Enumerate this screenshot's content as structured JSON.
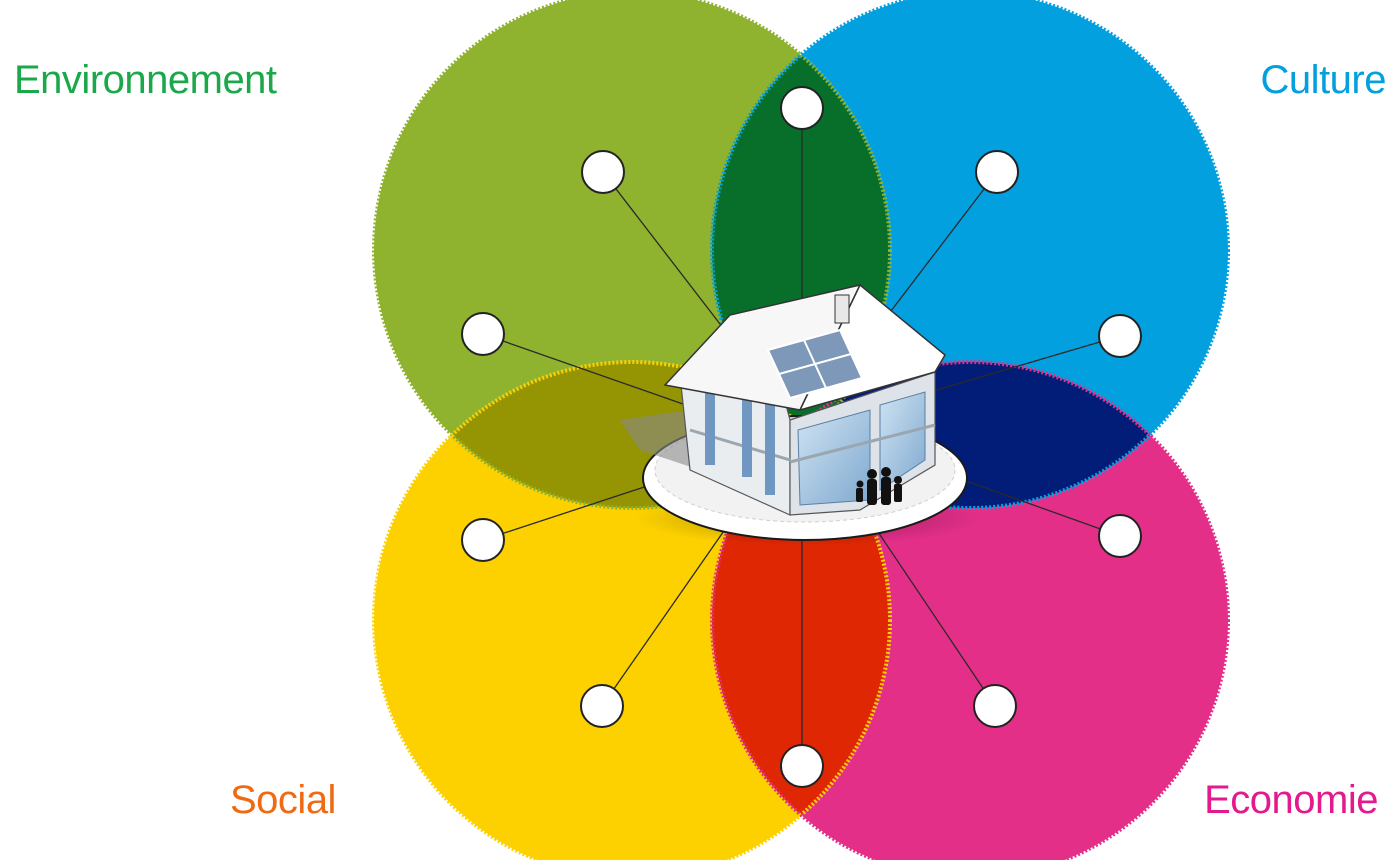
{
  "labels": {
    "environment": "Environnement",
    "culture": "Culture",
    "social": "Social",
    "economy": "Economie"
  },
  "colors": {
    "environment": "#8fb22f",
    "culture": "#03a0e0",
    "social": "#fdd100",
    "economy": "#e42f89",
    "environment_culture_overlap": "#076f2a",
    "culture_economy_overlap": "#021d78",
    "social_economy_overlap": "#e02704",
    "environment_social_overlap": "#959402",
    "environment_label": "#1aa84a",
    "culture_label": "#03a0e0",
    "social_label": "#f06a14",
    "economy_label": "#e3198e"
  },
  "center_icon": "house-with-family-icon",
  "node_icon": "empty-circle-node"
}
